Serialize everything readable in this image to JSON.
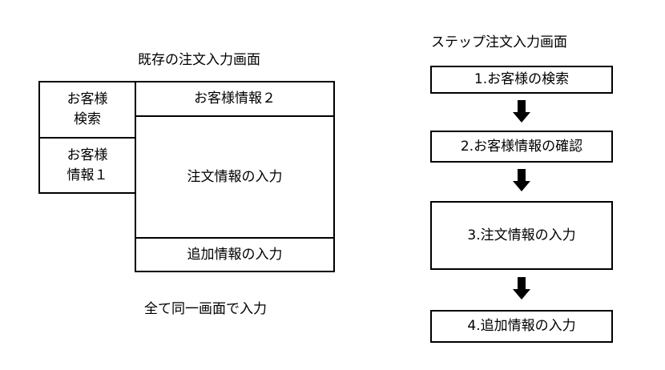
{
  "left": {
    "title": "既存の注文入力画面",
    "boxes": {
      "customer_search": [
        "お客様",
        "検索"
      ],
      "customer_info1": [
        "お客様",
        "情報１"
      ],
      "customer_info2": "お客様情報２",
      "order_input": "注文情報の入力",
      "extra_input": "追加情報の入力"
    },
    "caption": "全て同一画面で入力"
  },
  "right": {
    "title": "ステップ注文入力画面",
    "steps": [
      "1.お客様の検索",
      "2.お客様情報の確認",
      "3.注文情報の入力",
      "4.追加情報の入力"
    ]
  }
}
